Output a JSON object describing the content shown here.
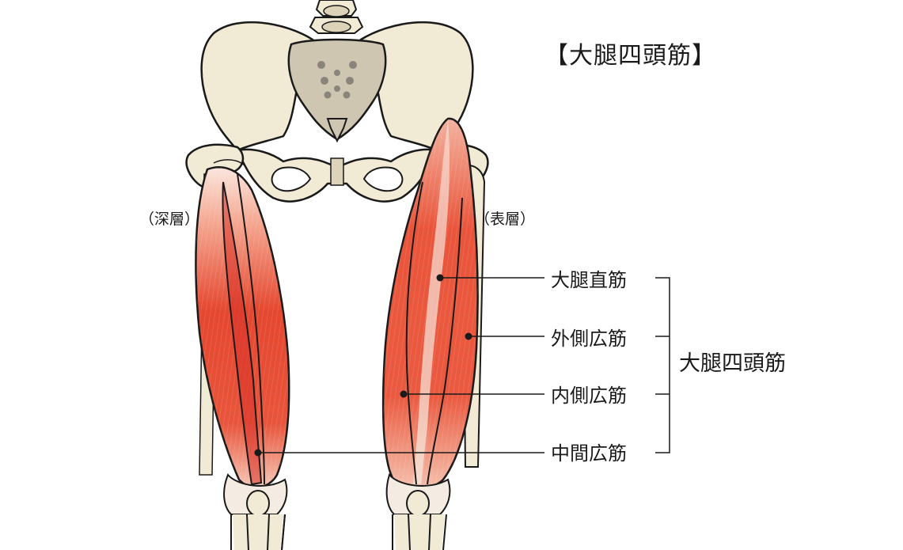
{
  "title": "【大腿四頭筋】",
  "layers": {
    "deep": "（深層）",
    "superficial": "（表層）"
  },
  "muscles": [
    {
      "id": "rectus-femoris",
      "label": "大腿直筋"
    },
    {
      "id": "vastus-lateralis",
      "label": "外側広筋"
    },
    {
      "id": "vastus-medialis",
      "label": "内側広筋"
    },
    {
      "id": "vastus-intermedius",
      "label": "中間広筋"
    }
  ],
  "group_label": "大腿四頭筋",
  "colors": {
    "bone": "#f1ead5",
    "bone_shadow": "#ddd3b8",
    "muscle_red": "#e6533a",
    "muscle_light": "#f7b2a0",
    "outline": "#1a1a1a",
    "tendon": "#f4ece2",
    "sacrum_hole": "#8a857a"
  }
}
